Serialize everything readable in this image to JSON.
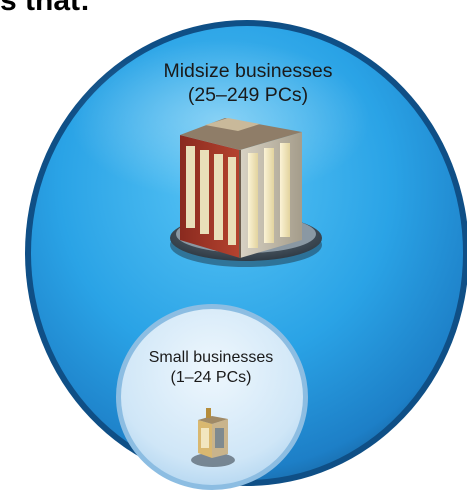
{
  "header": {
    "title_fragment": "s that:"
  },
  "segments": {
    "midsize": {
      "label": "Midsize businesses",
      "range": "(25–249 PCs)"
    },
    "small": {
      "label": "Small businesses",
      "range": "(1–24 PCs)"
    }
  },
  "icons": {
    "midsize": "office-building-icon",
    "small": "small-office-building-icon"
  },
  "colors": {
    "outer_circle": "#2aa3e6",
    "outer_rim": "#0f4f86",
    "inner_circle": "#cfe6f7",
    "inner_rim": "#8cbde2"
  }
}
